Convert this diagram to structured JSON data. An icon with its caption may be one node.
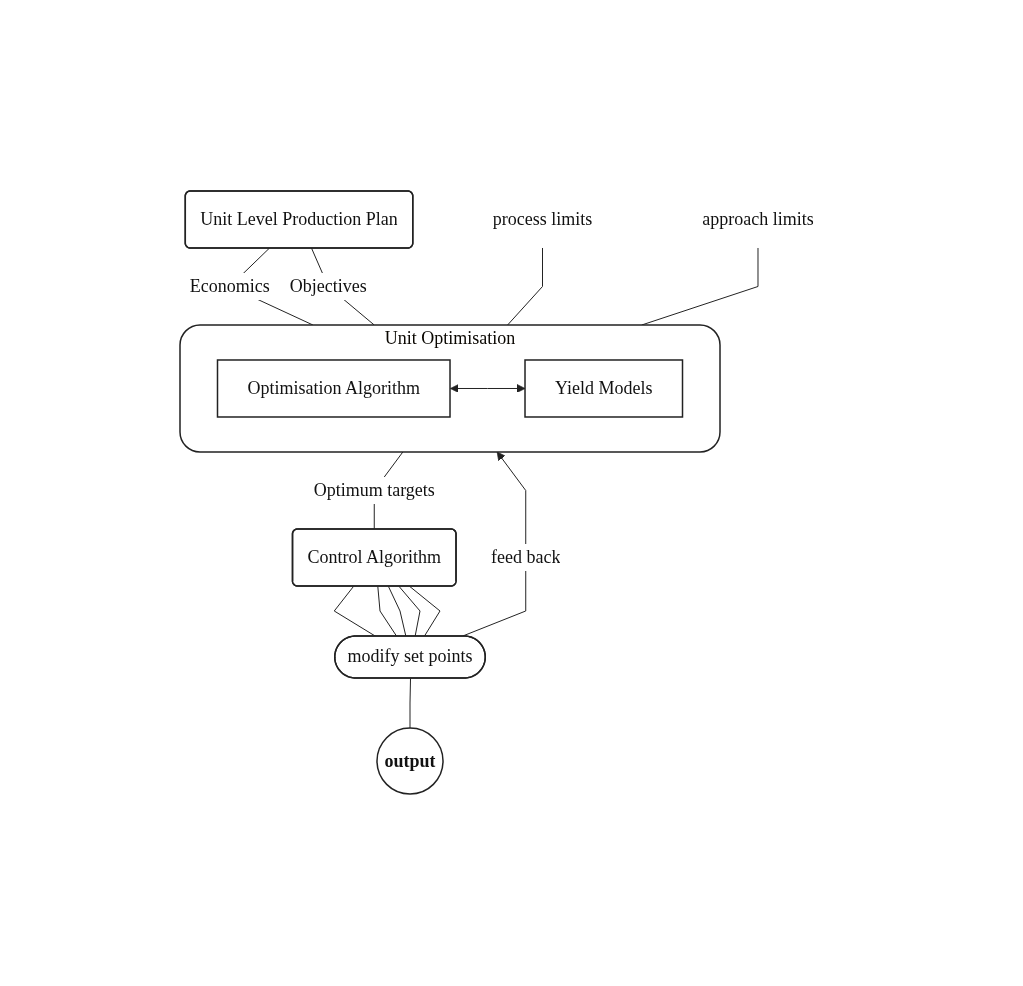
{
  "diagram": {
    "nodes": [
      {
        "text": [
          "Unit Level Production Plan"
        ]
      },
      {
        "text": [
          "Unit Optimisation"
        ]
      },
      {
        "text": [
          "Optimisation Algorithm"
        ],
        "in": 1
      },
      {
        "text": [
          "Yield Models"
        ],
        "in": 1
      },
      {
        "text": [
          "Control Algorithm"
        ]
      },
      {
        "text": [
          "modify set points"
        ]
      },
      {
        "text": [
          "output"
        ]
      },
      {
        "text": [
          "process limits"
        ]
      },
      {
        "text": [
          "approach limits"
        ]
      }
    ],
    "edges": [
      {
        "from": 0,
        "to": 1,
        "arrow": "none",
        "label": "Economics"
      },
      {
        "from": 0,
        "to": 1,
        "arrow": "none",
        "label": "Objectives"
      },
      {
        "from": 7,
        "to": 1,
        "arrow": "none"
      },
      {
        "from": 8,
        "to": 1,
        "arrow": "none"
      },
      {
        "from": 2,
        "to": 3,
        "arrow": "both"
      },
      {
        "from": 1,
        "to": 4,
        "arrow": "none",
        "label": "Optimum targets"
      },
      {
        "from": 4,
        "to": 5,
        "arrow": "none"
      },
      {
        "from": 4,
        "to": 5,
        "arrow": "none"
      },
      {
        "from": 4,
        "to": 5,
        "arrow": "none"
      },
      {
        "from": 4,
        "to": 5,
        "arrow": "none"
      },
      {
        "from": 4,
        "to": 5,
        "arrow": "none"
      },
      {
        "from": 5,
        "to": 6,
        "arrow": "none"
      },
      {
        "from": 5,
        "to": 1,
        "arrow": "to",
        "label": "feed back"
      }
    ]
  }
}
